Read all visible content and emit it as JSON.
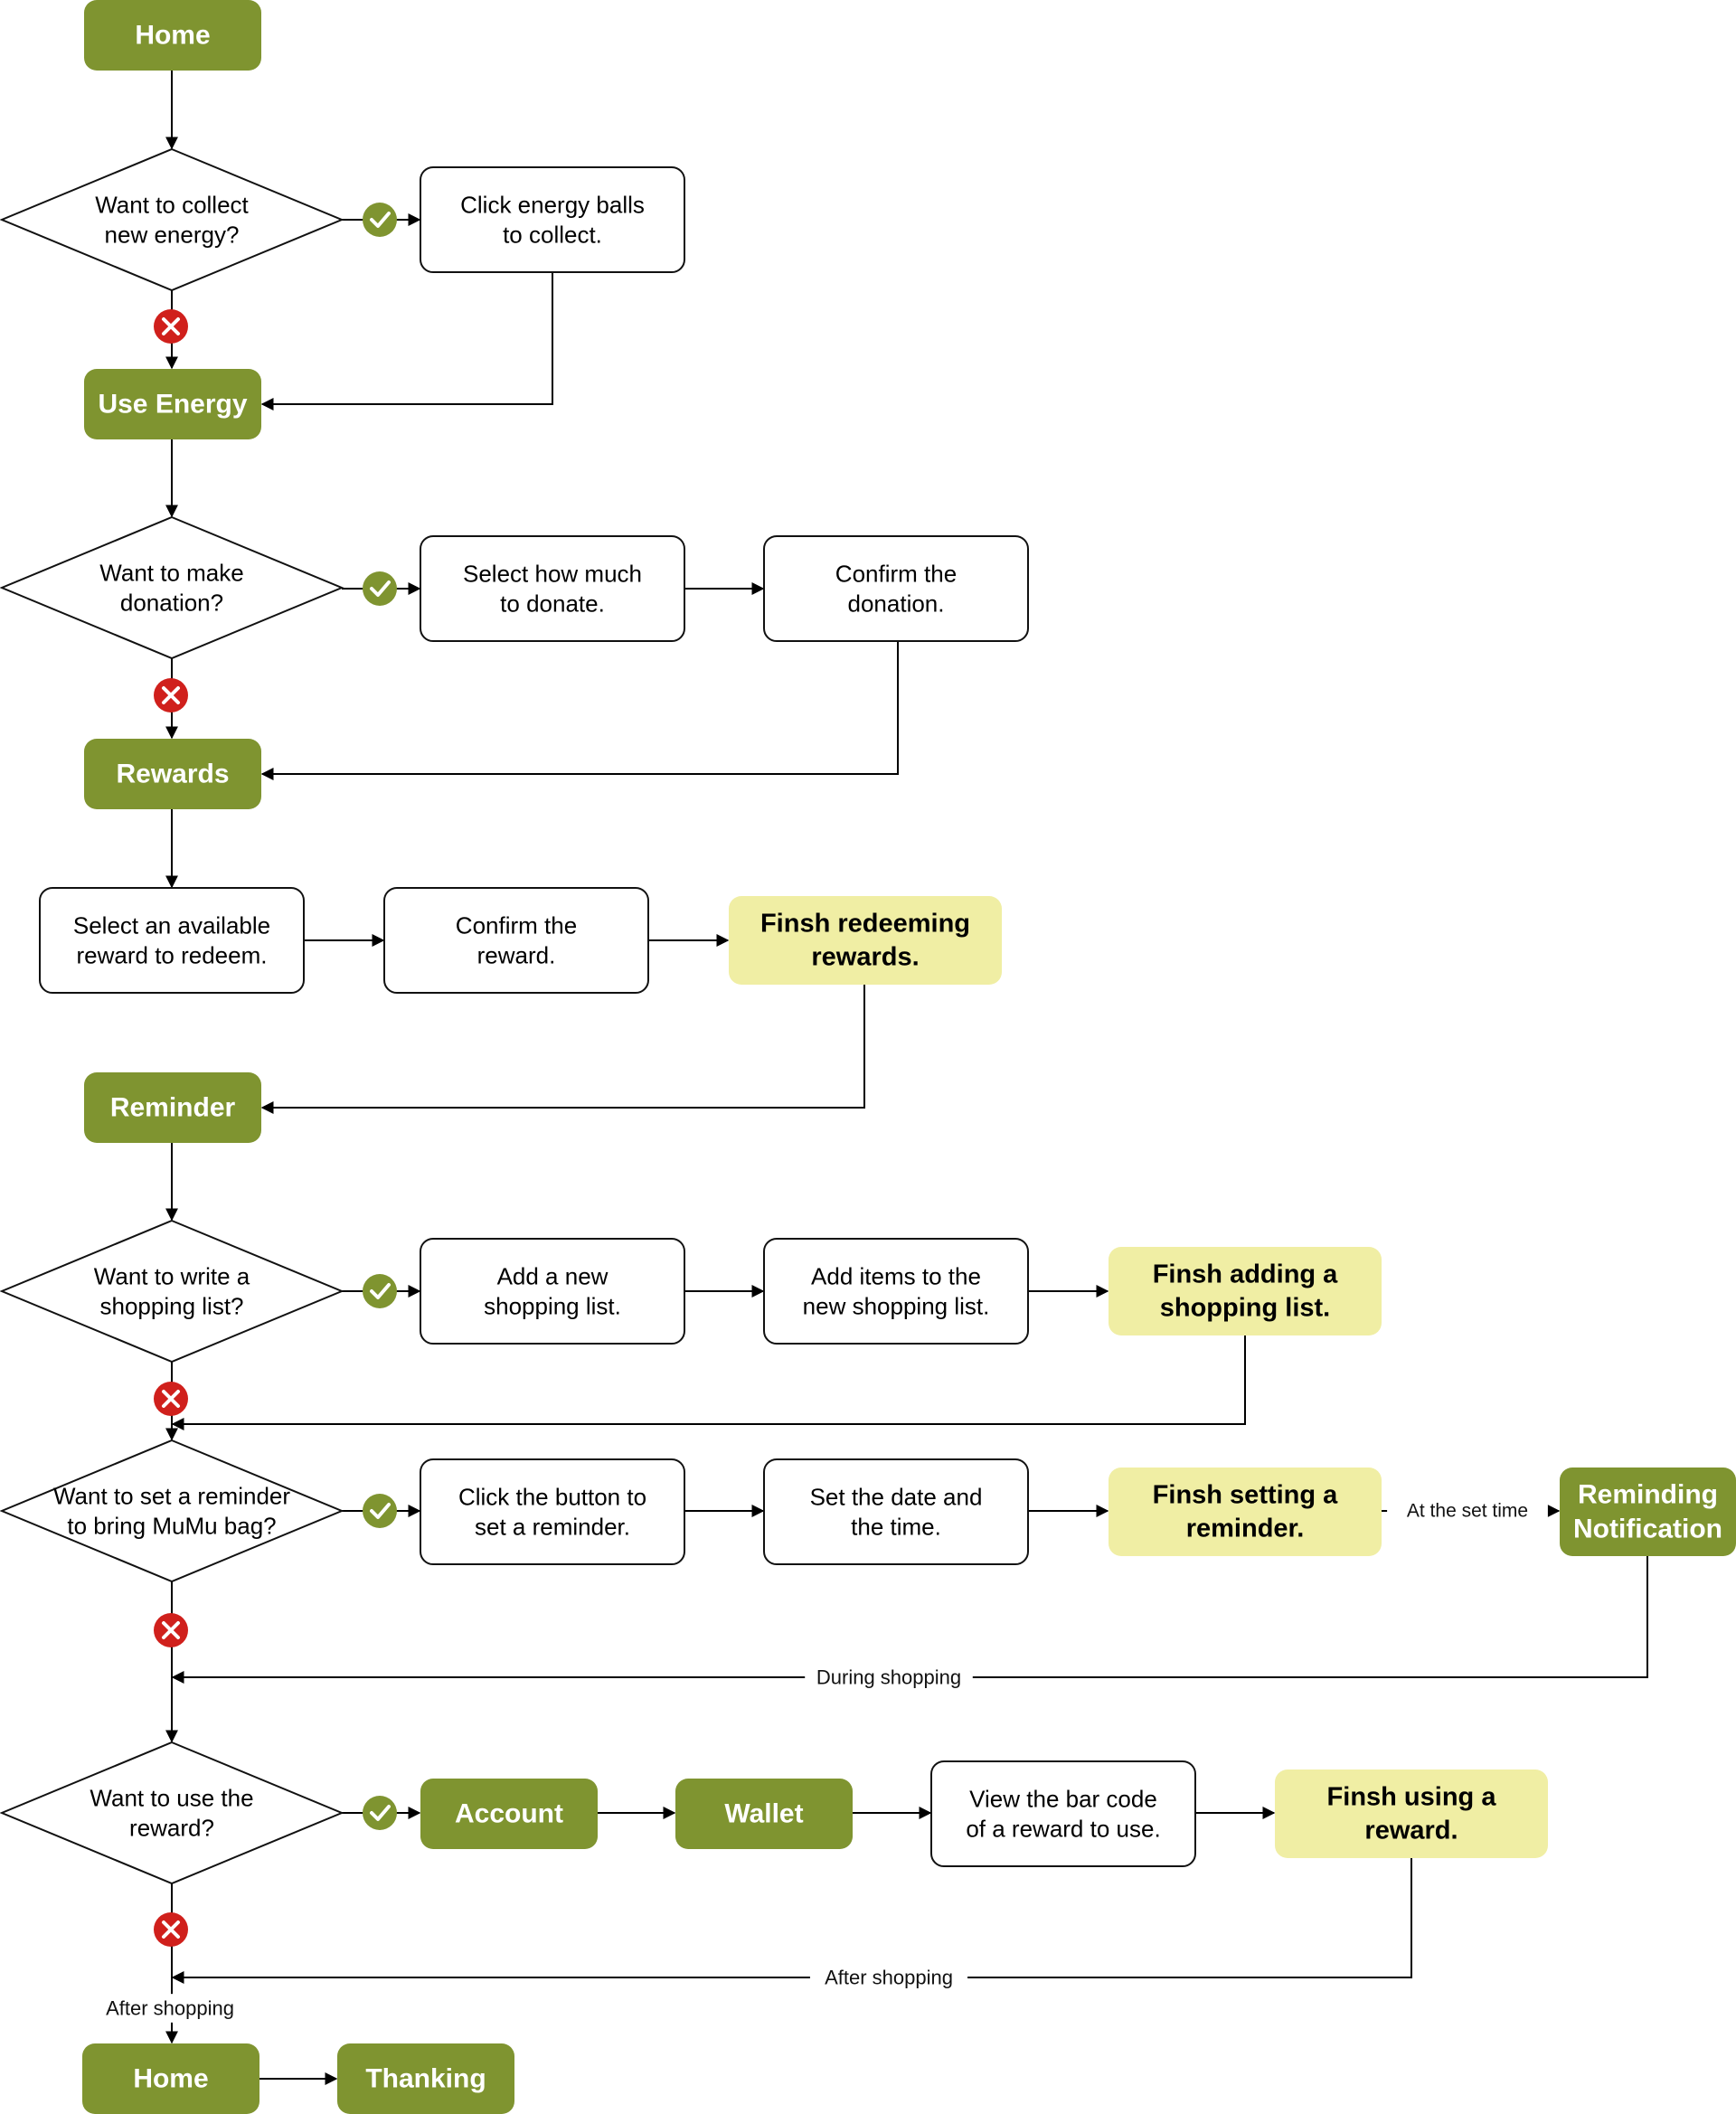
{
  "colors": {
    "green": "#7F9430",
    "yellow": "#F0EEA4",
    "check": "#7F9430",
    "cross": "#D0201C",
    "line": "#000000",
    "box_border": "#111111"
  },
  "nodes": {
    "home_top": {
      "label": [
        "Home"
      ],
      "shape": "green"
    },
    "q_energy": {
      "label": [
        "Want to collect",
        "new energy?"
      ],
      "shape": "diamond"
    },
    "click_energy": {
      "label": [
        "Click energy balls",
        "to collect."
      ],
      "shape": "box"
    },
    "use_energy": {
      "label": [
        "Use Energy"
      ],
      "shape": "green"
    },
    "q_donation": {
      "label": [
        "Want to make",
        "donation?"
      ],
      "shape": "diamond"
    },
    "select_donate": {
      "label": [
        "Select how much",
        "to donate."
      ],
      "shape": "box"
    },
    "confirm_donation": {
      "label": [
        "Confirm the",
        "donation."
      ],
      "shape": "box"
    },
    "rewards": {
      "label": [
        "Rewards"
      ],
      "shape": "green"
    },
    "select_reward": {
      "label": [
        "Select an available",
        "reward to redeem."
      ],
      "shape": "box"
    },
    "confirm_reward": {
      "label": [
        "Confirm the",
        "reward."
      ],
      "shape": "box"
    },
    "finish_redeem": {
      "label": [
        "Finsh redeeming",
        "rewards."
      ],
      "shape": "yellow"
    },
    "reminder": {
      "label": [
        "Reminder"
      ],
      "shape": "green"
    },
    "q_shopping_list": {
      "label": [
        "Want to write a",
        "shopping list?"
      ],
      "shape": "diamond"
    },
    "add_list": {
      "label": [
        "Add a new",
        "shopping list."
      ],
      "shape": "box"
    },
    "add_items": {
      "label": [
        "Add items to the",
        "new shopping list."
      ],
      "shape": "box"
    },
    "finish_list": {
      "label": [
        "Finsh adding a",
        "shopping list."
      ],
      "shape": "yellow"
    },
    "q_reminder": {
      "label": [
        "Want to set a reminder",
        "to bring MuMu bag?"
      ],
      "shape": "diamond"
    },
    "click_button": {
      "label": [
        "Click the button to",
        "set a reminder."
      ],
      "shape": "box"
    },
    "set_date": {
      "label": [
        "Set the date and",
        "the time."
      ],
      "shape": "box"
    },
    "finish_reminder": {
      "label": [
        "Finsh setting a",
        "reminder."
      ],
      "shape": "yellow"
    },
    "notification": {
      "label": [
        "Reminding",
        "Notification"
      ],
      "shape": "green"
    },
    "q_use_reward": {
      "label": [
        "Want to use the",
        "reward?"
      ],
      "shape": "diamond"
    },
    "account": {
      "label": [
        "Account"
      ],
      "shape": "green"
    },
    "wallet": {
      "label": [
        "Wallet"
      ],
      "shape": "green"
    },
    "view_barcode": {
      "label": [
        "View the bar code",
        "of a reward to use."
      ],
      "shape": "box"
    },
    "finish_using": {
      "label": [
        "Finsh using a",
        "reward."
      ],
      "shape": "yellow"
    },
    "home_bottom": {
      "label": [
        "Home"
      ],
      "shape": "green"
    },
    "thanking": {
      "label": [
        "Thanking"
      ],
      "shape": "green"
    }
  },
  "edge_labels": {
    "at_set_time": "At the set time",
    "during_shopping": "During shopping",
    "after_shopping_long": "After shopping",
    "after_shopping_short": "After shopping"
  },
  "markers": {
    "yes": "check-icon",
    "no": "cross-icon"
  }
}
